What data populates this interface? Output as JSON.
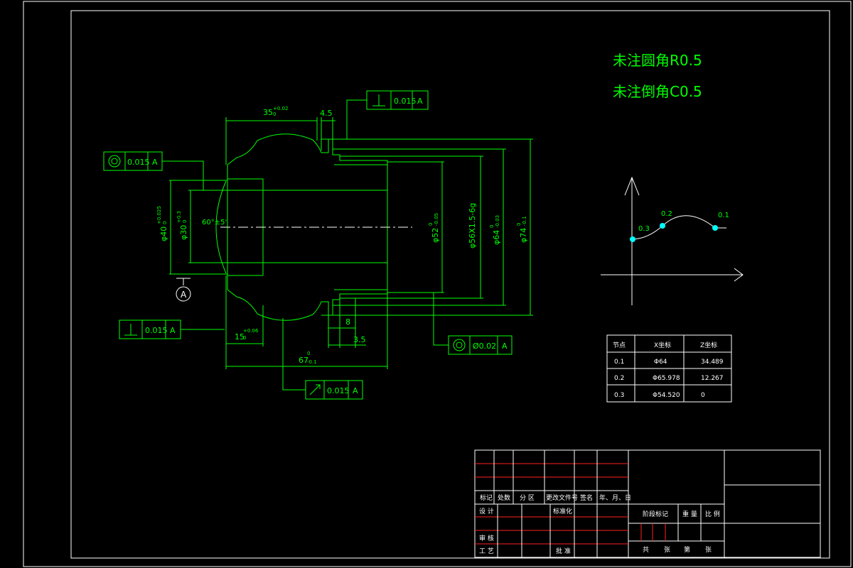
{
  "notes": {
    "fillet": "未注圆角R0.5",
    "chamfer": "未注倒角C0.5"
  },
  "dimensions": {
    "len_35": "35",
    "tol_35": "+0.02",
    "tol_35_low": "0",
    "len_4_5": "4.5",
    "len_15": "15",
    "tol_15": "+0.06",
    "tol_15_low": "0",
    "len_8": "8",
    "len_3_5": "3.5",
    "len_67": "67",
    "tol_67": "0",
    "tol_67_low": "-0.1",
    "dia_40": "φ40",
    "tol_40": "+0.025",
    "tol_40_low": "0",
    "dia_30": "φ30",
    "tol_30": "+0.3",
    "tol_30_low": "0",
    "cone": "60°±5'",
    "dia_52": "φ52",
    "tol_52": "0",
    "tol_52_low": "-0.05",
    "thread": "φ56X1.5-6g",
    "dia_64": "φ64",
    "tol_64": "0",
    "tol_64_low": "-0.03",
    "dia_74": "φ74",
    "tol_74": "0",
    "tol_74_low": "-0.1"
  },
  "datum": {
    "label": "A"
  },
  "tolerance_frames": [
    {
      "symbol": "perpendicular-icon",
      "value": "0.015",
      "datum": "A"
    },
    {
      "symbol": "concentricity-icon",
      "value": "0.015",
      "datum": "A"
    },
    {
      "symbol": "perpendicular-icon",
      "value": "0.015",
      "datum": "A"
    },
    {
      "symbol": "concentricity-icon",
      "value": "Ø0.02",
      "datum": "A"
    },
    {
      "symbol": "runout-icon",
      "value": "0.015",
      "datum": "A"
    }
  ],
  "profile_graph": {
    "points": [
      "0.3",
      "0.2",
      "0.1"
    ]
  },
  "coord_table": {
    "headers": [
      "节点",
      "X坐标",
      "Z坐标"
    ],
    "rows": [
      [
        "0.1",
        "Φ64",
        "34.489"
      ],
      [
        "0.2",
        "Φ65.978",
        "12.267"
      ],
      [
        "0.3",
        "Φ54.520",
        "0"
      ]
    ]
  },
  "title_block": {
    "row_labels": [
      "标记",
      "处数",
      "分 区",
      "更改文件号",
      "签名",
      "年、月、日"
    ],
    "design": "设 计",
    "standard": "标准化",
    "review": "审 核",
    "process": "工 艺",
    "approve": "批 准",
    "stage_mark": "阶段标记",
    "weight": "重 量",
    "scale": "比 例",
    "total": "共",
    "sheets": "张",
    "page": "第",
    "sheet": "张"
  },
  "colors": {
    "line": "#00ff00",
    "frame": "#ffffff",
    "table_rule": "#ff2020",
    "point": "#00ffff",
    "background": "#000000"
  }
}
